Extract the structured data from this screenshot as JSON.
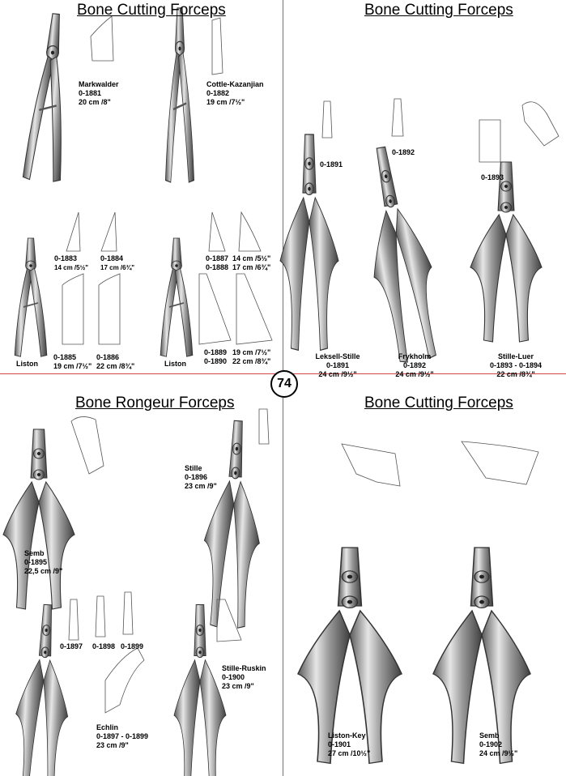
{
  "page_number": "74",
  "q1": {
    "title": "Bone Cutting Forceps",
    "markwalder": {
      "name": "Markwalder",
      "code": "0-1881",
      "size": "20 cm /8\""
    },
    "cottle": {
      "name": "Cottle-Kazanjian",
      "code": "0-1882",
      "size": "19 cm /7½\""
    },
    "t1883": {
      "code": "0-1883",
      "size": "14 cm /5½\""
    },
    "t1884": {
      "code": "0-1884",
      "size": "17 cm /6¾\""
    },
    "t1885": {
      "code": "0-1885",
      "size": "19 cm /7½\""
    },
    "t1886": {
      "code": "0-1886",
      "size": "22 cm /8¾\""
    },
    "liston_left": "Liston",
    "t1887": {
      "code": "0-1887",
      "size": "14 cm /5½\""
    },
    "t1888": {
      "code": "0-1888",
      "size": "17 cm /6¾\""
    },
    "t1889": {
      "code": "0-1889",
      "size": "19 cm /7½\""
    },
    "t1890": {
      "code": "0-1890",
      "size": "22 cm /8¾\""
    },
    "liston_right": "Liston"
  },
  "q2": {
    "title": "Bone Cutting Forceps",
    "tip1891": "0-1891",
    "tip1892": "0-1892",
    "tip1893": "0-1893",
    "leksell": {
      "name": "Leksell-Stille",
      "code": "0-1891",
      "size": "24 cm /9½\""
    },
    "frykholm": {
      "name": "Frykholm",
      "code": "0-1892",
      "size": "24 cm /9½\""
    },
    "stilleluer": {
      "name": "Stille-Luer",
      "code": "0-1893 - 0-1894",
      "size": "22 cm /8¾\""
    }
  },
  "q3": {
    "title": "Bone Rongeur Forceps",
    "semb": {
      "name": "Semb",
      "code": "0-1895",
      "size": "22,5 cm /9\""
    },
    "stille": {
      "name": "Stille",
      "code": "0-1896",
      "size": "23 cm /9\""
    },
    "tip1897": "0-1897",
    "tip1898": "0-1898",
    "tip1899": "0-1899",
    "echlin": {
      "name": "Echlin",
      "code": "0-1897 - 0-1899",
      "size": "23 cm /9\""
    },
    "stilleruskin": {
      "name": "Stille-Ruskin",
      "code": "0-1900",
      "size": "23 cm /9\""
    }
  },
  "q4": {
    "title": "Bone Cutting Forceps",
    "listonkey": {
      "name": "Liston-Key",
      "code": "0-1901",
      "size": "27 cm /10½\""
    },
    "semb2": {
      "name": "Semb",
      "code": "0-1902",
      "size": "24 cm /9½\""
    }
  }
}
